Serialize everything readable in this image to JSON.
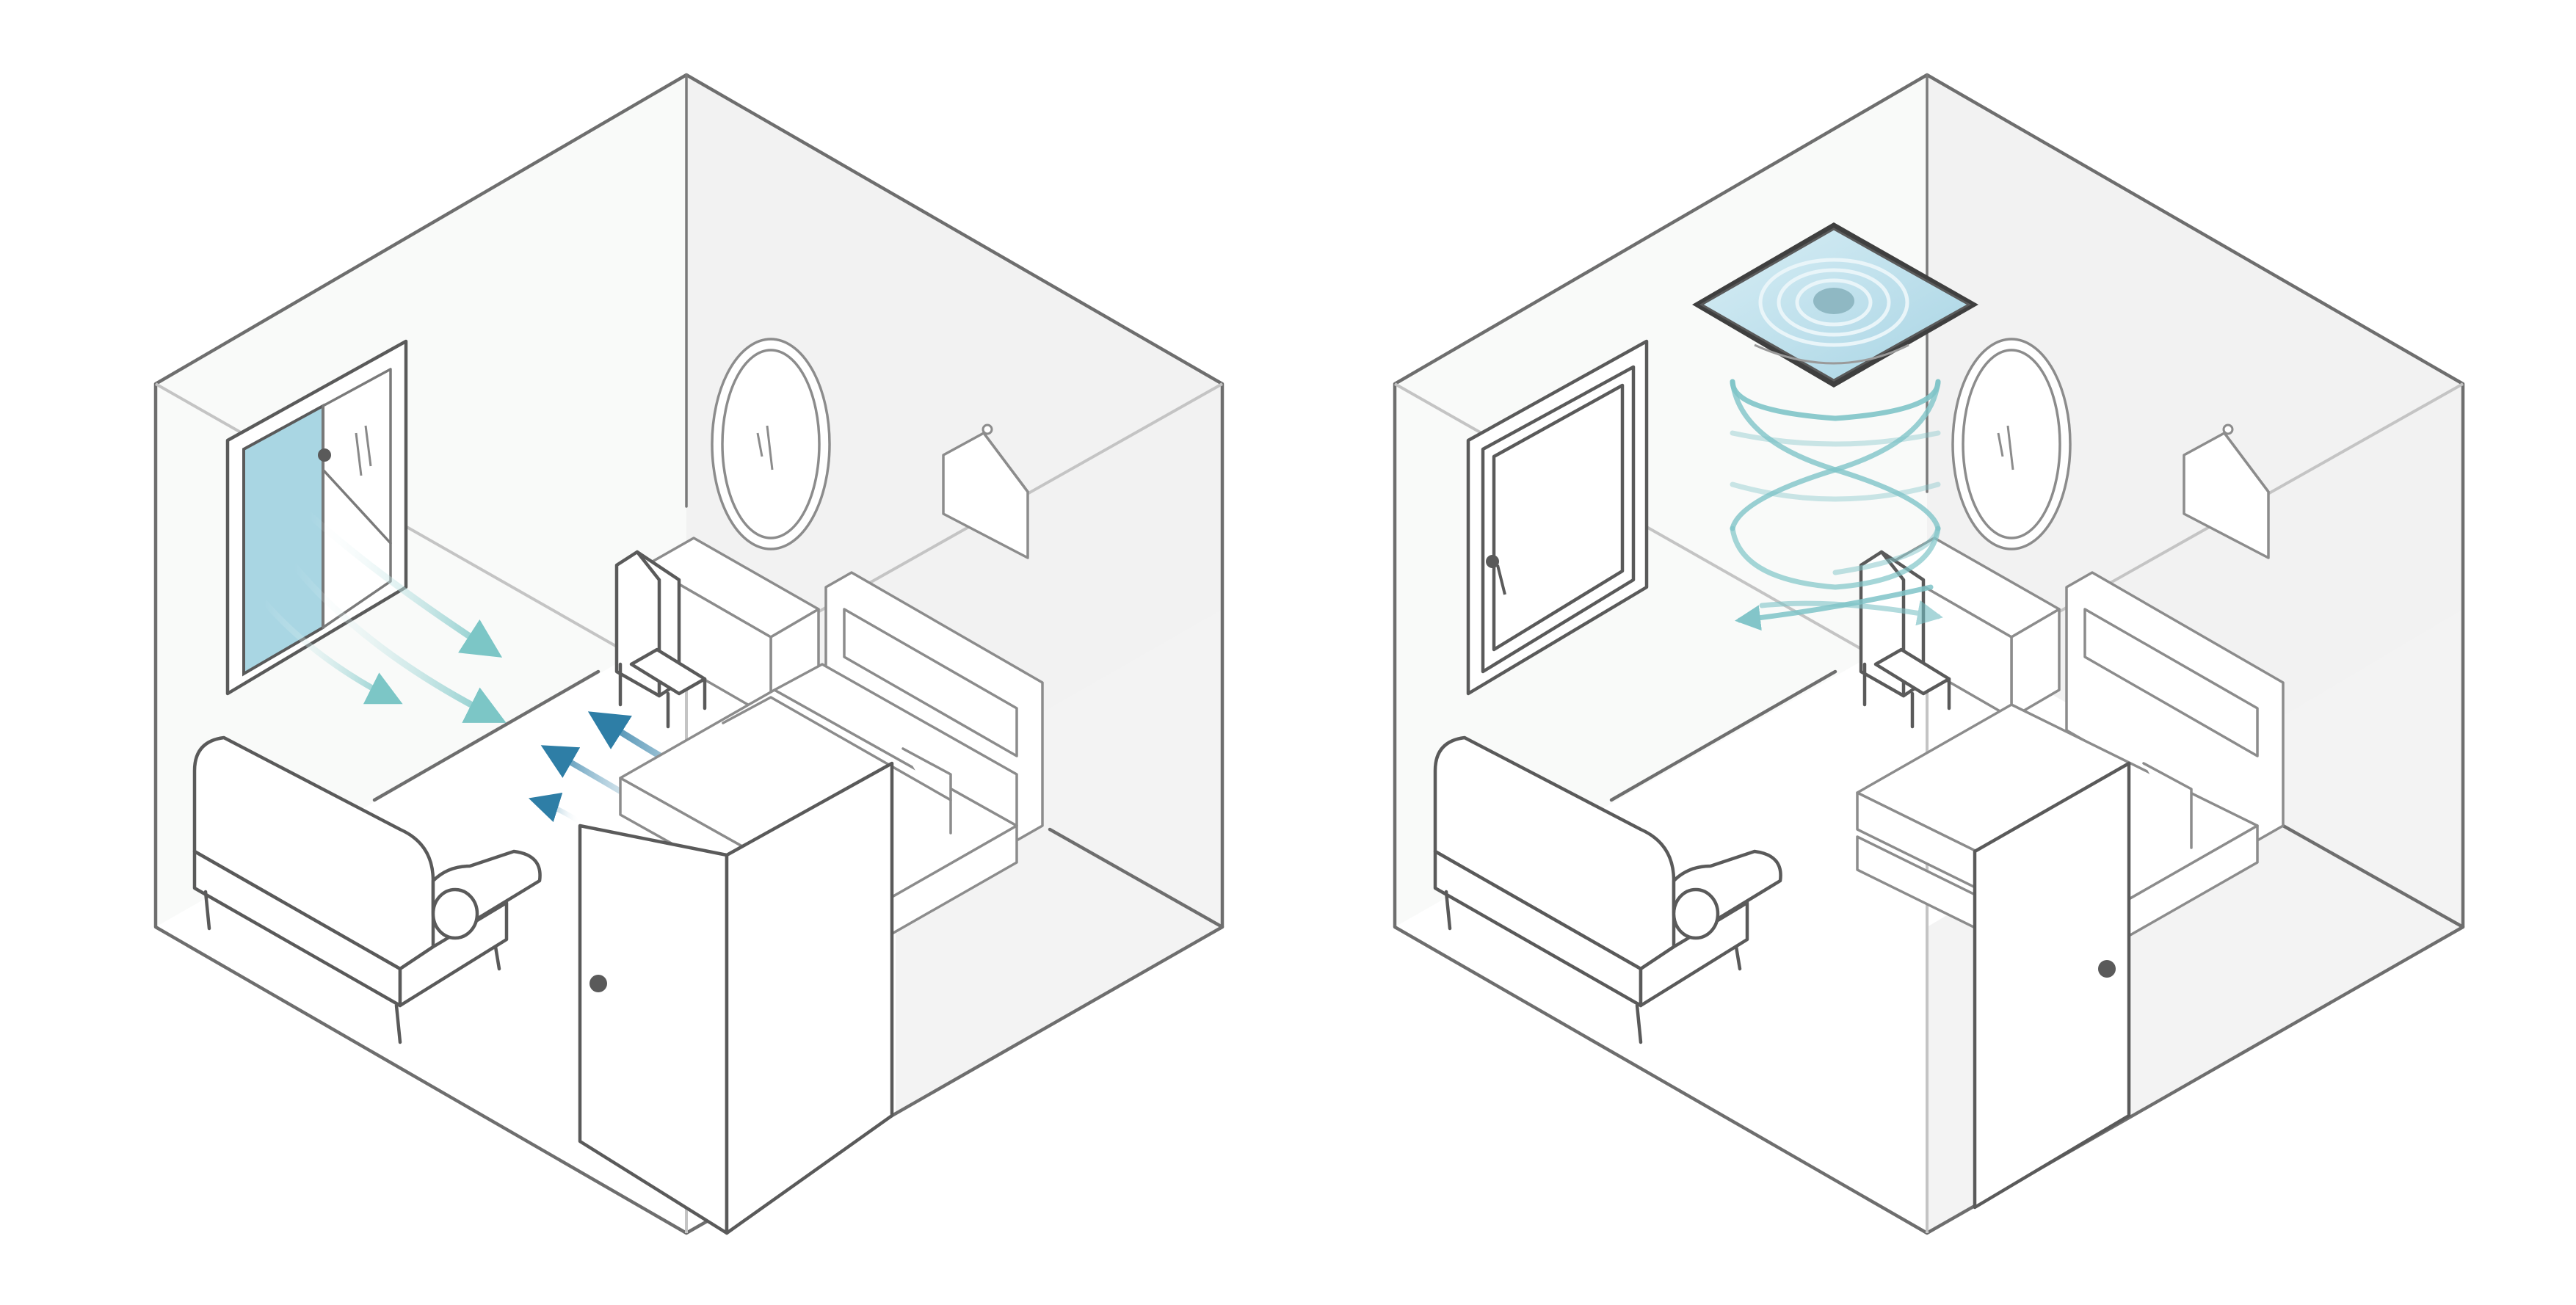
{
  "figure": {
    "panels": [
      {
        "id": "left-room",
        "ventilation": "cross-window-airflow"
      },
      {
        "id": "right-room",
        "ventilation": "ceiling-fan-circulation"
      }
    ],
    "colors": {
      "line": "#6e6e6e",
      "glass": "#a9d6e3",
      "airflow_light": "#8fd0cf",
      "airflow_dark": "#2e7ea6",
      "fan_swirl": "#7fc4c8",
      "fan_panel": "#bfe0ec",
      "door_knob": "#5a5a5a"
    },
    "icons": [
      "window-icon",
      "mirror-icon",
      "wall-lamp-icon",
      "sofa-icon",
      "bed-icon",
      "chair-icon",
      "nightstand-icon",
      "door-icon",
      "ceiling-fan-icon"
    ]
  }
}
